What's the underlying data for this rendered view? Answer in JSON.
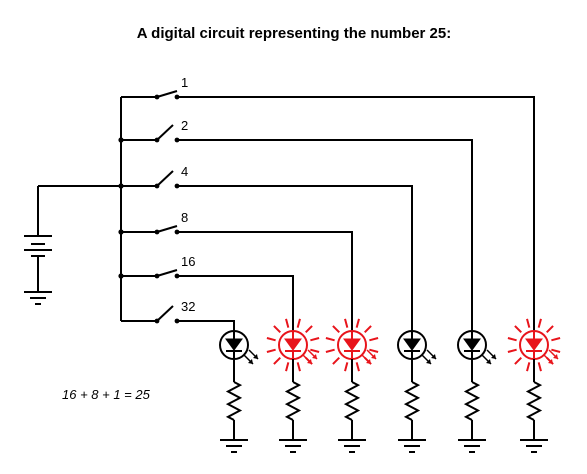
{
  "title": "A digital circuit representing the number 25:",
  "equation": "16 + 8 + 1 = 25",
  "colors": {
    "wire": "#000000",
    "led_on": "#e8141b",
    "led_off": "#000000"
  },
  "switches": [
    {
      "label": "1",
      "value": 1,
      "closed": true
    },
    {
      "label": "2",
      "value": 2,
      "closed": false
    },
    {
      "label": "4",
      "value": 4,
      "closed": false
    },
    {
      "label": "8",
      "value": 8,
      "closed": true
    },
    {
      "label": "16",
      "value": 16,
      "closed": true
    },
    {
      "label": "32",
      "value": 32,
      "closed": false
    }
  ],
  "leds": [
    {
      "value": 32,
      "lit": false
    },
    {
      "value": 16,
      "lit": true
    },
    {
      "value": 8,
      "lit": true
    },
    {
      "value": 4,
      "lit": false
    },
    {
      "value": 2,
      "lit": false
    },
    {
      "value": 1,
      "lit": true
    }
  ],
  "components": {
    "battery": "battery-icon",
    "ground": "ground-icon",
    "resistor": "resistor-icon",
    "led": "led-icon",
    "switch": "switch-icon"
  }
}
